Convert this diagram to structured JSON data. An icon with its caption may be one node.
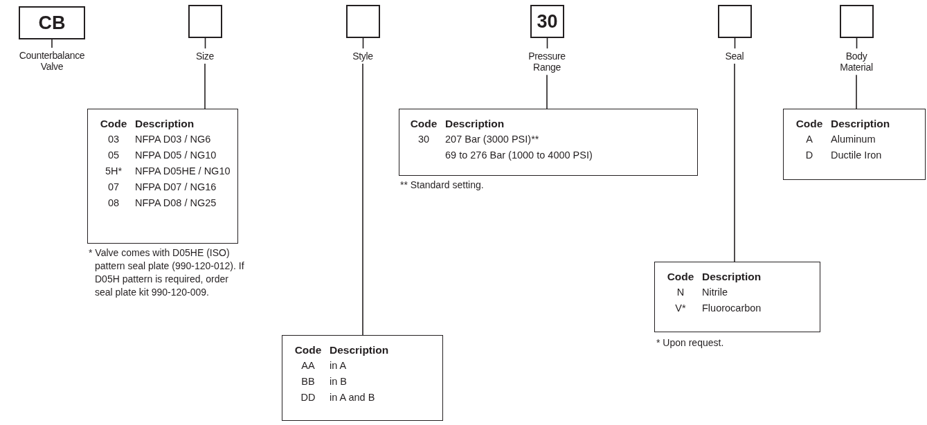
{
  "diagram": {
    "nodes": [
      {
        "text": [
          "CB"
        ]
      },
      {
        "text": [
          "Counterbalance Valve"
        ]
      },
      {
        "text": [],
        "shape": "box"
      },
      {
        "text": [
          "Size"
        ]
      },
      {
        "text": [
          "Code",
          "Description",
          "03",
          "NFPA D03 / NG6",
          "05",
          "NFPA D05 / NG10",
          "5H*",
          "NFPA D05HE / NG10",
          "07",
          "NFPA D07 / NG16",
          "08",
          "NFPA D08 / NG25"
        ],
        "beside": [
          "* Valve comes with D05HE (ISO) pattern seal plate (990-120-012). If D05H pattern is required, order seal plate kit 990-120-009."
        ]
      },
      {
        "text": [],
        "shape": "box"
      },
      {
        "text": [
          "Style"
        ]
      },
      {
        "text": [
          "Code",
          "Description",
          "AA",
          "in A",
          "BB",
          "in B",
          "DD",
          "in A and B"
        ]
      },
      {
        "text": [
          "30"
        ]
      },
      {
        "text": [
          "Pressure Range"
        ]
      },
      {
        "text": [
          "Code",
          "Description",
          "30",
          "207 Bar (3000 PSI)**",
          "69 to 276 Bar (1000 to 4000 PSI)"
        ],
        "beside": [
          "** Standard setting."
        ]
      },
      {
        "text": [],
        "shape": "box"
      },
      {
        "text": [
          "Seal"
        ]
      },
      {
        "text": [
          "Code",
          "Description",
          "N",
          "Nitrile",
          "V*",
          "Fluorocarbon"
        ],
        "beside": [
          "* Upon request."
        ]
      },
      {
        "text": [],
        "shape": "box"
      },
      {
        "text": [
          "Body Material"
        ]
      },
      {
        "text": [
          "Code",
          "Description",
          "A",
          "Aluminum",
          "D",
          "Ductile Iron"
        ]
      }
    ],
    "edges": [
      {
        "from": 0,
        "to": 1,
        "arrow": "none"
      },
      {
        "from": 2,
        "to": 3,
        "arrow": "none"
      },
      {
        "from": 3,
        "to": 4,
        "arrow": "none"
      },
      {
        "from": 5,
        "to": 6,
        "arrow": "none"
      },
      {
        "from": 6,
        "to": 7,
        "arrow": "none"
      },
      {
        "from": 8,
        "to": 9,
        "arrow": "none"
      },
      {
        "from": 9,
        "to": 10,
        "arrow": "none"
      },
      {
        "from": 11,
        "to": 12,
        "arrow": "none"
      },
      {
        "from": 12,
        "to": 13,
        "arrow": "none"
      },
      {
        "from": 14,
        "to": 15,
        "arrow": "none"
      },
      {
        "from": 15,
        "to": 16,
        "arrow": "none"
      }
    ]
  }
}
